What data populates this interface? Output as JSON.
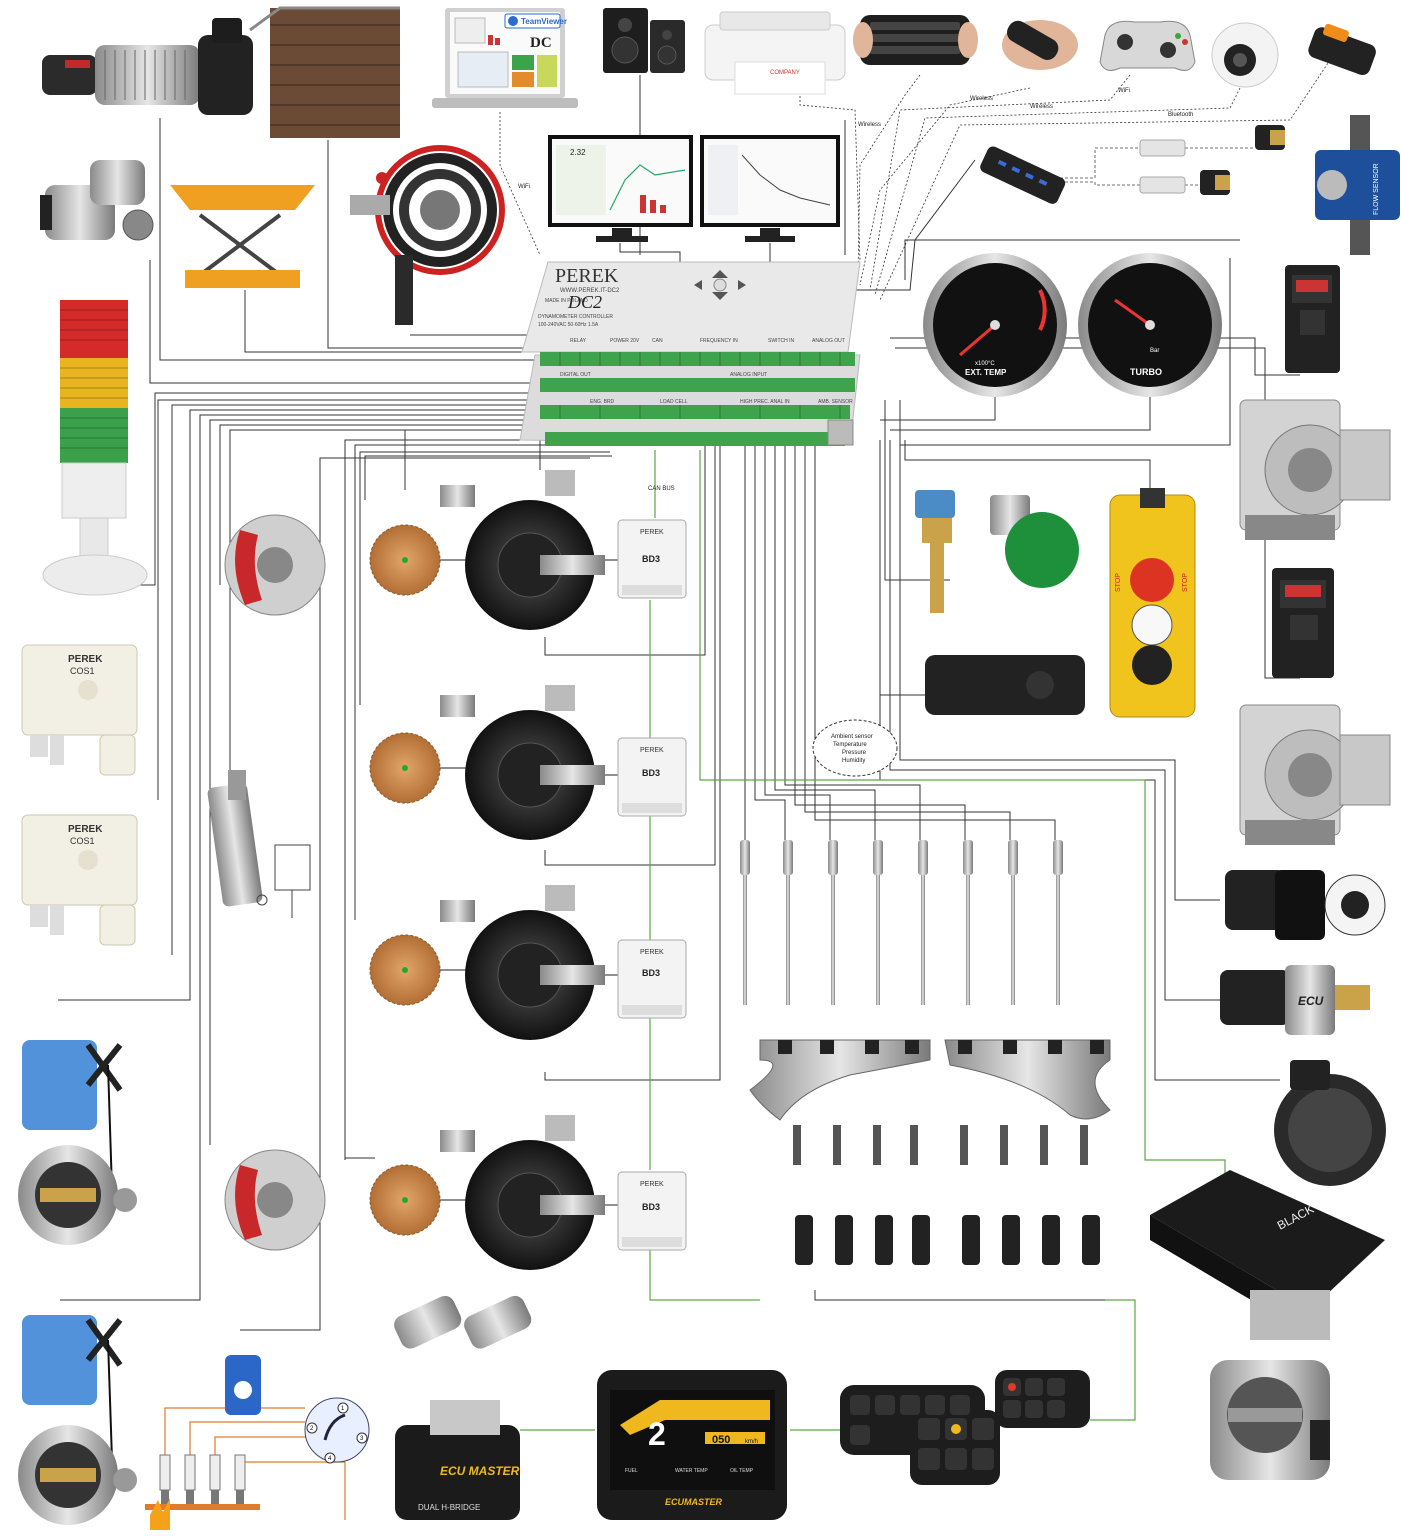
{
  "controller": {
    "brand": "PEREK",
    "url": "WWW.PEREK.IT-DC2",
    "model": "DC2",
    "made_in": "MADE IN POLAND",
    "subtitle": "DYNAMOMETER CONTROLLER",
    "power_spec": "100-240VAC 50-60Hz 1.5A",
    "top_sections": [
      "RELAY",
      "POWER 20V",
      "CAN",
      "FREQUENCY IN",
      "SWITCH IN",
      "ANALOG OUT"
    ],
    "mid_sections": [
      "DIGITAL OUT",
      "ANALOG INPUT"
    ],
    "bottom_sections": [
      "ENG. BRD",
      "LOAD CELL",
      "HIGH PREC. ANAL IN",
      "AMB. SENSOR"
    ]
  },
  "connection_labels": {
    "wifi": "WiFi",
    "wireless_1": "Wireless",
    "wireless_2": "Wireless",
    "wireless_3": "Wireless",
    "wifi_2": "WiFi",
    "bluetooth": "Bluetooth",
    "can_bus": "CAN BUS"
  },
  "laptop": {
    "app1": "TeamViewer",
    "app2": "DC"
  },
  "monitor": {
    "readout": "2.32"
  },
  "printer": {
    "brand": "COMPANY"
  },
  "flow_sensor": {
    "label": "FLOW SENSOR"
  },
  "gauges": {
    "temp": {
      "unit": "x100°C",
      "name": "EXT. TEMP"
    },
    "turbo": {
      "unit": "Bar",
      "name": "TURBO"
    }
  },
  "stop_box": {
    "label_left": "STOP",
    "label_right": "STOP"
  },
  "cos_sensors": [
    {
      "brand": "PEREK",
      "model": "COS1"
    },
    {
      "brand": "PEREK",
      "model": "COS1"
    }
  ],
  "brake_boxes": [
    {
      "brand": "PEREK",
      "model": "BD3"
    },
    {
      "brand": "PEREK",
      "model": "BD3"
    },
    {
      "brand": "PEREK",
      "model": "BD3"
    },
    {
      "brand": "PEREK",
      "model": "BD3"
    }
  ],
  "ambient_cloud": [
    "Ambient sensor",
    "Temperature",
    "Pressure",
    "Humidity"
  ],
  "ecu_bridge": {
    "brand": "ECU MASTER",
    "name": "DUAL H-BRIDGE"
  },
  "dash": {
    "gear": "2",
    "speed": "050",
    "speed_unit": "km/h",
    "brand": "ECUMASTER",
    "labels": [
      "FUEL",
      "WATER TEMP",
      "OIL TEMP"
    ]
  },
  "black_ecu": {
    "name": "BLACK"
  },
  "pressure_sensor": {
    "brand": "ECU"
  },
  "ignition": {
    "pins": [
      "1",
      "2",
      "3",
      "4"
    ]
  },
  "colors": {
    "wire": "#333333",
    "can_wire": "#5aa845",
    "orange_wire": "#e07a2e",
    "controller": "#e9e9e9",
    "terminal": "#3fa34d",
    "brake_red": "#c8282a",
    "gear_copper": "#c98a4c",
    "tower_red": "#d42a2a",
    "tower_yellow": "#e8b521",
    "tower_green": "#3aa14a",
    "stop_yellow": "#f0c41c"
  }
}
